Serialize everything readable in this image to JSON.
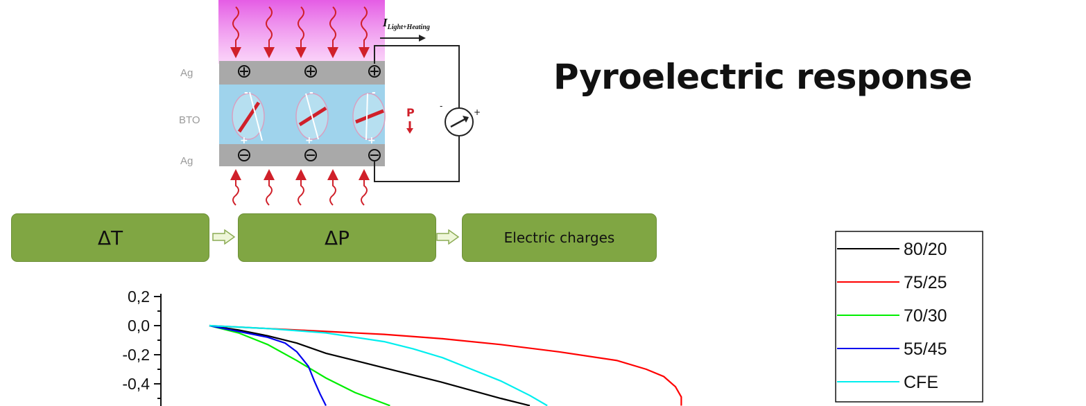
{
  "schematic": {
    "current_label": "I",
    "current_subscript": "Light+Heating",
    "layers": {
      "top_electrode": "Ag",
      "middle": "BTO",
      "bottom_electrode": "Ag"
    },
    "polarization_label": "P",
    "colors": {
      "glow": "#e040e0",
      "electrode": "#a9a9a9",
      "bto": "#9fd3ec",
      "arrow": "#d0202a"
    }
  },
  "title": "Pyroelectric response",
  "flow": {
    "steps": [
      "ΔT",
      "ΔP",
      "Electric charges"
    ],
    "box_color": "#80a643"
  },
  "chart_data": {
    "type": "line",
    "title": "",
    "xlabel": "",
    "ylabel": "",
    "ylim": [
      -0.6,
      0.2
    ],
    "xlim": [
      0,
      1
    ],
    "y_ticks": [
      "0,2",
      "0,0",
      "-0,2",
      "-0,4"
    ],
    "legend_position": "top-right",
    "series": [
      {
        "name": "80/20",
        "color": "#000000",
        "x": [
          0.0,
          0.05,
          0.1,
          0.15,
          0.2,
          0.3,
          0.4,
          0.5,
          0.55
        ],
        "y": [
          0.0,
          -0.03,
          -0.07,
          -0.12,
          -0.19,
          -0.29,
          -0.39,
          -0.5,
          -0.55
        ]
      },
      {
        "name": "75/25",
        "color": "#ff0000",
        "x": [
          0.0,
          0.1,
          0.2,
          0.3,
          0.4,
          0.5,
          0.6,
          0.7,
          0.75,
          0.78,
          0.8,
          0.81,
          0.81
        ],
        "y": [
          0.0,
          -0.02,
          -0.04,
          -0.06,
          -0.09,
          -0.13,
          -0.18,
          -0.24,
          -0.3,
          -0.35,
          -0.42,
          -0.49,
          -0.55
        ]
      },
      {
        "name": "70/30",
        "color": "#00ee00",
        "x": [
          0.0,
          0.05,
          0.1,
          0.15,
          0.2,
          0.25,
          0.31
        ],
        "y": [
          0.0,
          -0.05,
          -0.13,
          -0.24,
          -0.36,
          -0.46,
          -0.55
        ]
      },
      {
        "name": "55/45",
        "color": "#0000ee",
        "x": [
          0.0,
          0.05,
          0.1,
          0.13,
          0.15,
          0.17,
          0.18,
          0.19,
          0.2
        ],
        "y": [
          0.0,
          -0.04,
          -0.08,
          -0.12,
          -0.18,
          -0.28,
          -0.38,
          -0.47,
          -0.55
        ]
      },
      {
        "name": "CFE",
        "color": "#00eeee",
        "x": [
          0.0,
          0.1,
          0.2,
          0.25,
          0.3,
          0.35,
          0.4,
          0.45,
          0.5,
          0.55,
          0.58
        ],
        "y": [
          0.0,
          -0.02,
          -0.05,
          -0.08,
          -0.11,
          -0.16,
          -0.22,
          -0.3,
          -0.38,
          -0.48,
          -0.55
        ]
      }
    ]
  }
}
